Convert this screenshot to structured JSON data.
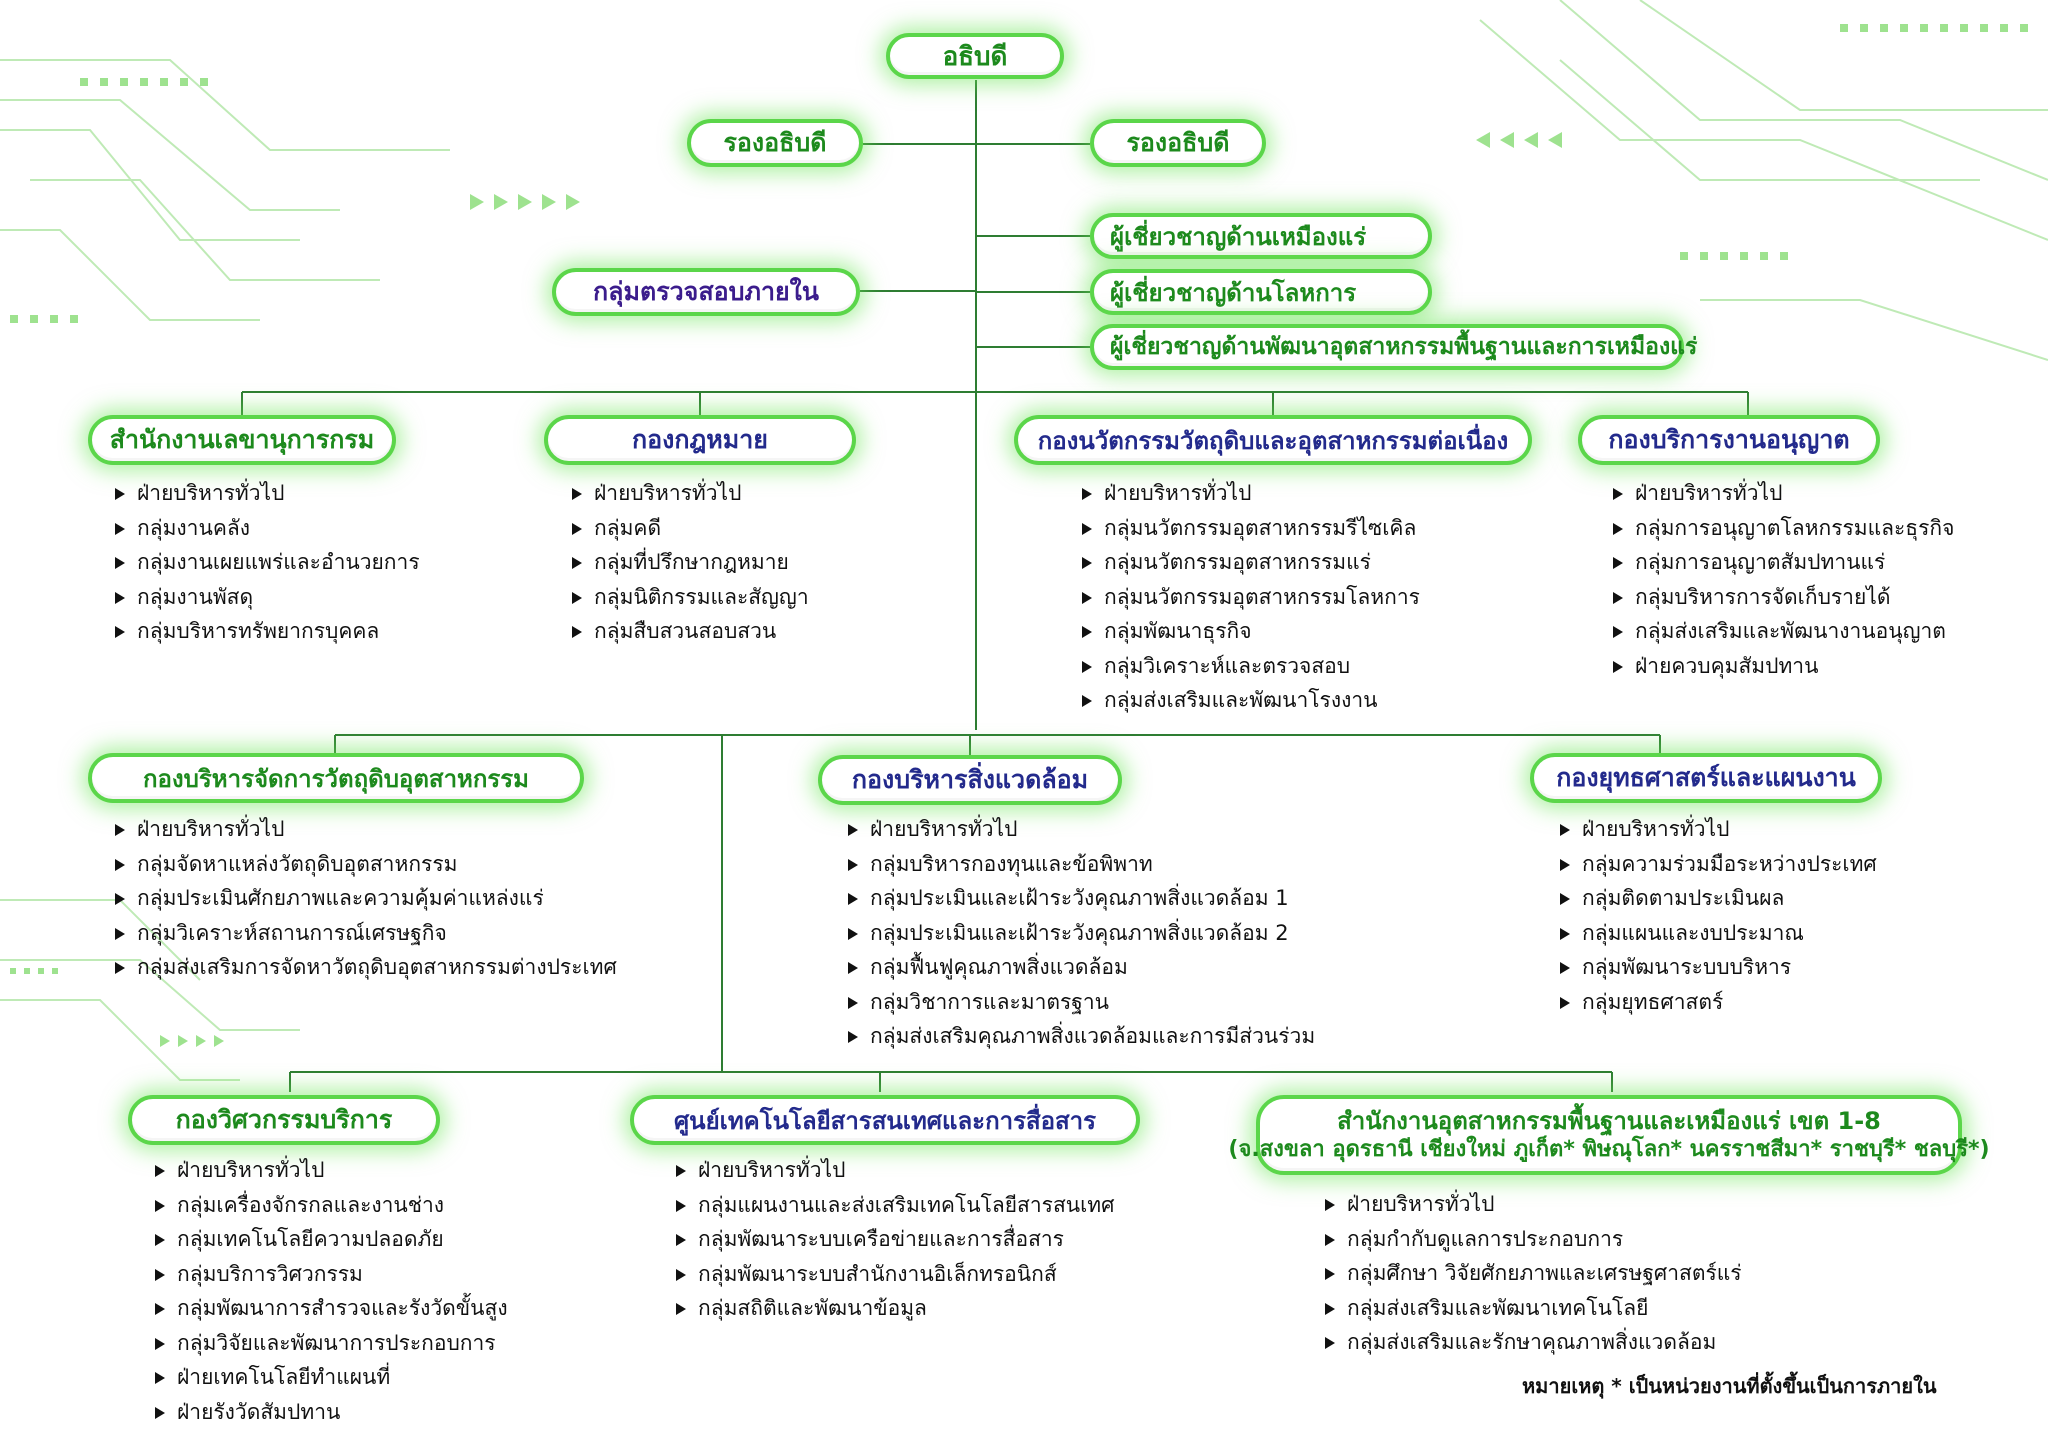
{
  "director": "อธิบดี",
  "deputies": [
    "รองอธิบดี",
    "รองอธิบดี"
  ],
  "internal_audit": "กลุ่มตรวจสอบภายใน",
  "experts": [
    "ผู้เชี่ยวชาญด้านเหมืองแร่",
    "ผู้เชี่ยวชาญด้านโลหการ",
    "ผู้เชี่ยวชาญด้านพัฒนาอุตสาหกรรมพื้นฐานและการเหมืองแร่"
  ],
  "units": [
    {
      "title": "สำนักงานเลขานุการกรม",
      "items": [
        "ฝ่ายบริหารทั่วไป",
        "กลุ่มงานคลัง",
        "กลุ่มงานเผยแพร่และอำนวยการ",
        "กลุ่มงานพัสดุ",
        "กลุ่มบริหารทรัพยากรบุคคล"
      ]
    },
    {
      "title": "กองกฎหมาย",
      "items": [
        "ฝ่ายบริหารทั่วไป",
        "กลุ่มคดี",
        "กลุ่มที่ปรึกษากฎหมาย",
        "กลุ่มนิติกรรมและสัญญา",
        "กลุ่มสืบสวนสอบสวน"
      ]
    },
    {
      "title": "กองนวัตกรรมวัตถุดิบและอุตสาหกรรมต่อเนื่อง",
      "items": [
        "ฝ่ายบริหารทั่วไป",
        "กลุ่มนวัตกรรมอุตสาหกรรมรีไซเคิล",
        "กลุ่มนวัตกรรมอุตสาหกรรมแร่",
        "กลุ่มนวัตกรรมอุตสาหกรรมโลหการ",
        "กลุ่มพัฒนาธุรกิจ",
        "กลุ่มวิเคราะห์และตรวจสอบ",
        "กลุ่มส่งเสริมและพัฒนาโรงงาน"
      ]
    },
    {
      "title": "กองบริการงานอนุญาต",
      "items": [
        "ฝ่ายบริหารทั่วไป",
        "กลุ่มการอนุญาตโลหกรรมและธุรกิจ",
        "กลุ่มการอนุญาตสัมปทานแร่",
        "กลุ่มบริหารการจัดเก็บรายได้",
        "กลุ่มส่งเสริมและพัฒนางานอนุญาต",
        "ฝ่ายควบคุมสัมปทาน"
      ]
    },
    {
      "title": "กองบริหารจัดการวัตถุดิบอุตสาหกรรม",
      "items": [
        "ฝ่ายบริหารทั่วไป",
        "กลุ่มจัดหาแหล่งวัตถุดิบอุตสาหกรรม",
        "กลุ่มประเมินศักยภาพและความคุ้มค่าแหล่งแร่",
        "กลุ่มวิเคราะห์สถานการณ์เศรษฐกิจ",
        "กลุ่มส่งเสริมการจัดหาวัตถุดิบอุตสาหกรรมต่างประเทศ"
      ]
    },
    {
      "title": "กองบริหารสิ่งแวดล้อม",
      "items": [
        "ฝ่ายบริหารทั่วไป",
        "กลุ่มบริหารกองทุนและข้อพิพาท",
        "กลุ่มประเมินและเฝ้าระวังคุณภาพสิ่งแวดล้อม 1",
        "กลุ่มประเมินและเฝ้าระวังคุณภาพสิ่งแวดล้อม 2",
        "กลุ่มฟื้นฟูคุณภาพสิ่งแวดล้อม",
        "กลุ่มวิชาการและมาตรฐาน",
        "กลุ่มส่งเสริมคุณภาพสิ่งแวดล้อมและการมีส่วนร่วม"
      ]
    },
    {
      "title": "กองยุทธศาสตร์และแผนงาน",
      "items": [
        "ฝ่ายบริหารทั่วไป",
        "กลุ่มความร่วมมือระหว่างประเทศ",
        "กลุ่มติดตามประเมินผล",
        "กลุ่มแผนและงบประมาณ",
        "กลุ่มพัฒนาระบบบริหาร",
        "กลุ่มยุทธศาสตร์"
      ]
    },
    {
      "title": "กองวิศวกรรมบริการ",
      "items": [
        "ฝ่ายบริหารทั่วไป",
        "กลุ่มเครื่องจักรกลและงานช่าง",
        "กลุ่มเทคโนโลยีความปลอดภัย",
        "กลุ่มบริการวิศวกรรม",
        "กลุ่มพัฒนาการสำรวจและรังวัดขั้นสูง",
        "กลุ่มวิจัยและพัฒนาการประกอบการ",
        "ฝ่ายเทคโนโลยีทำแผนที่",
        "ฝ่ายรังวัดสัมปทาน"
      ]
    },
    {
      "title": "ศูนย์เทคโนโลยีสารสนเทศและการสื่อสาร",
      "items": [
        "ฝ่ายบริหารทั่วไป",
        "กลุ่มแผนงานและส่งเสริมเทคโนโลยีสารสนเทศ",
        "กลุ่มพัฒนาระบบเครือข่ายและการสื่อสาร",
        "กลุ่มพัฒนาระบบสำนักงานอิเล็กทรอนิกส์",
        "กลุ่มสถิติและพัฒนาข้อมูล"
      ]
    },
    {
      "title": "สำนักงานอุตสาหกรรมพื้นฐานและเหมืองแร่ เขต 1-8",
      "subtitle": "(จ.สงขลา อุดรธานี เชียงใหม่ ภูเก็ต* พิษณุโลก* นครราชสีมา* ราชบุรี* ชลบุรี*)",
      "items": [
        "ฝ่ายบริหารทั่วไป",
        "กลุ่มกำกับดูแลการประกอบการ",
        "กลุ่มศึกษา วิจัยศักยภาพและเศรษฐศาสตร์แร่",
        "กลุ่มส่งเสริมและพัฒนาเทคโนโลยี",
        "กลุ่มส่งเสริมและรักษาคุณภาพสิ่งแวดล้อม"
      ]
    }
  ],
  "note": "หมายเหตุ * เป็นหน่วยงานที่ตั้งขึ้นเป็นการภายใน",
  "colors": {
    "accent_border": "#5bd64a",
    "title_green": "#1d8a1d",
    "title_blue": "#232a8c",
    "title_purple": "#3b1c8c",
    "connector": "#2e7d32"
  }
}
